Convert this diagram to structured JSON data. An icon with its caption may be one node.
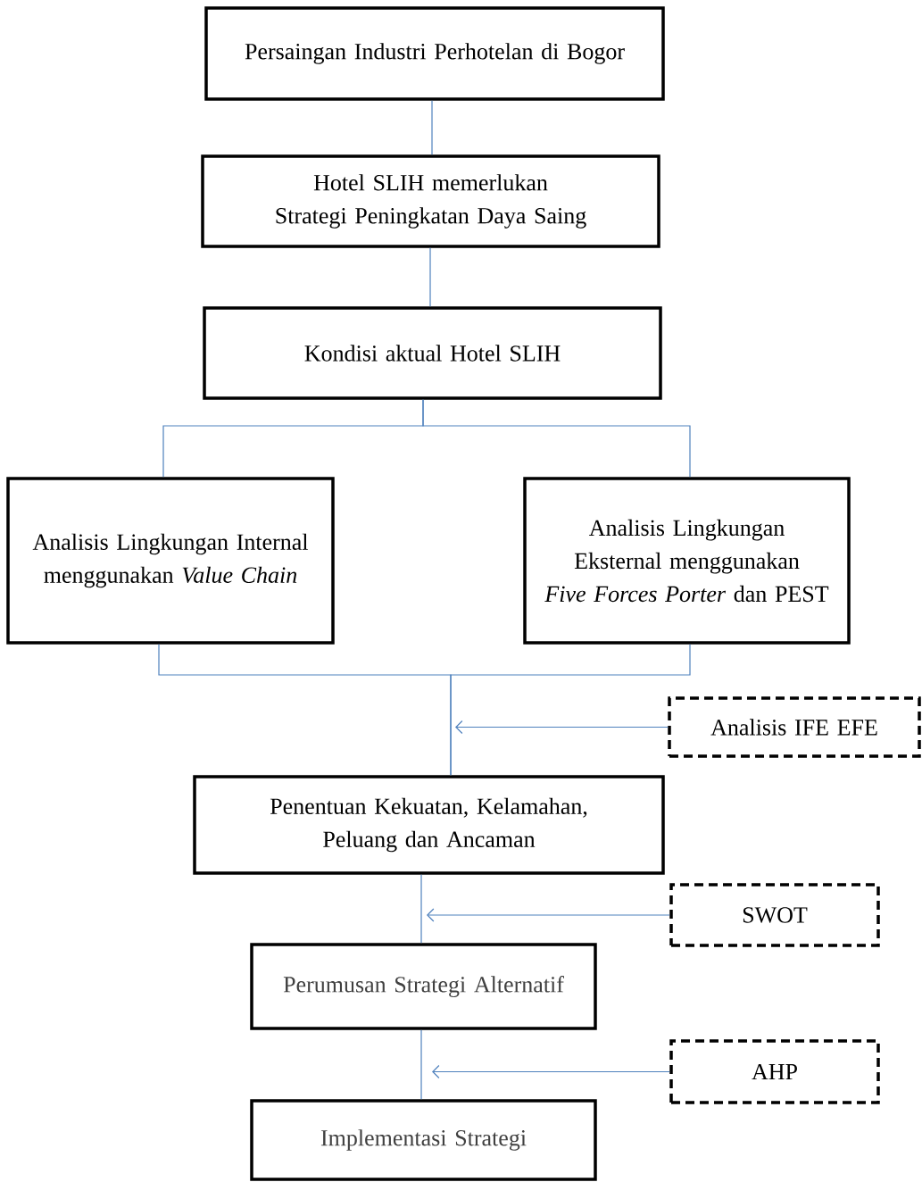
{
  "diagram": {
    "nodes": [
      {
        "text": [
          "Persaingan Industri Perhotelan di Bogor"
        ]
      },
      {
        "text": [
          "Hotel SLIH memerlukan Strategi Peningkatan Daya Saing"
        ]
      },
      {
        "text": [
          "Kondisi aktual Hotel SLIH"
        ]
      },
      {
        "text": [
          "Analisis Lingkungan Internal menggunakan *Value Chain*"
        ]
      },
      {
        "text": [
          "Analisis Lingkungan Eksternal menggunakan *Five Forces Porter* dan PEST"
        ]
      },
      {
        "text": [
          "Analisis IFE EFE"
        ]
      },
      {
        "text": [
          "Penentuan Kekuatan, Kelamahan, Peluang dan Ancaman"
        ]
      },
      {
        "text": [
          "SWOT"
        ]
      },
      {
        "text": [
          "Perumusan Strategi Alternatif"
        ]
      },
      {
        "text": [
          "AHP"
        ]
      },
      {
        "text": [
          "Implementasi Strategi"
        ]
      }
    ],
    "edges": [
      {
        "from": 0,
        "to": 1,
        "arrow": "none"
      },
      {
        "from": 1,
        "to": 2,
        "arrow": "none"
      },
      {
        "from": 2,
        "to": 3,
        "arrow": "none"
      },
      {
        "from": 2,
        "to": 4,
        "arrow": "none"
      },
      {
        "from": 3,
        "to": 6,
        "arrow": "none"
      },
      {
        "from": 4,
        "to": 6,
        "arrow": "none"
      },
      {
        "from": 5,
        "to": null,
        "arrow": "to"
      },
      {
        "from": 6,
        "to": 8,
        "arrow": "none"
      },
      {
        "from": 7,
        "to": null,
        "arrow": "to"
      },
      {
        "from": 8,
        "to": 10,
        "arrow": "none"
      },
      {
        "from": 9,
        "to": null,
        "arrow": "to"
      }
    ]
  }
}
